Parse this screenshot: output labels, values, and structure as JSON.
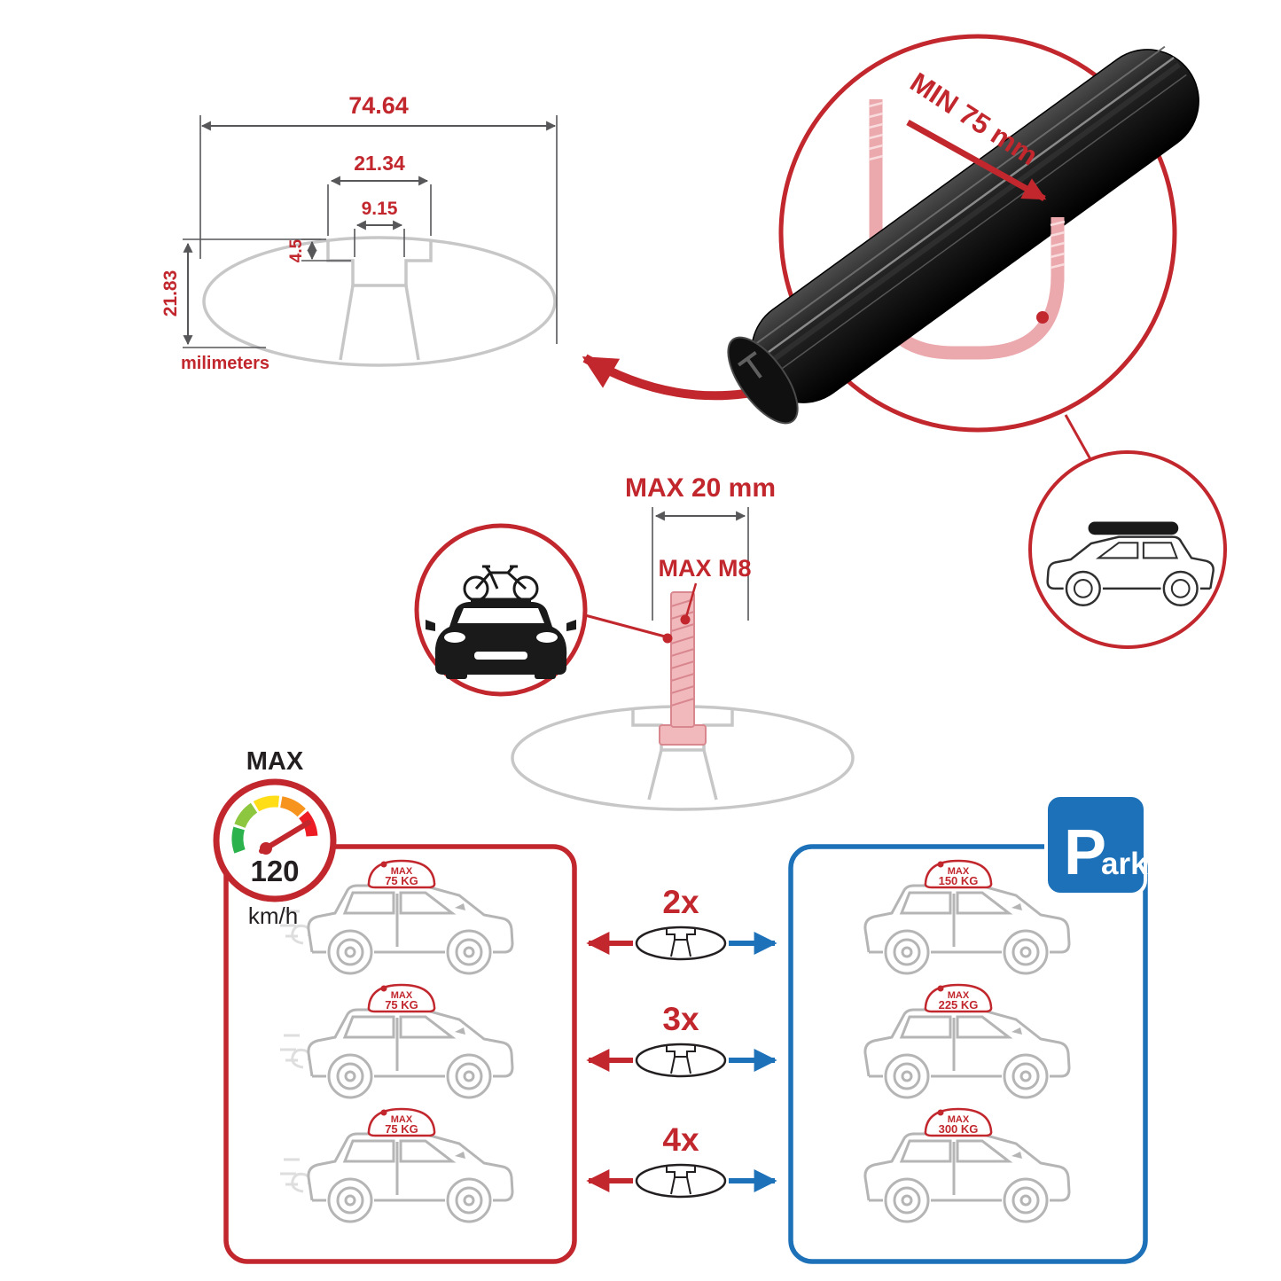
{
  "cross_section": {
    "width_total": "74.64",
    "channel_outer_width": "21.34",
    "channel_inner_width": "9.15",
    "channel_depth": "4.5",
    "height_total": "21.83",
    "units_label": "milimeters"
  },
  "clamp": {
    "min_span_label": "MIN 75 mm"
  },
  "bolt": {
    "max_length_label": "MAX 20 mm",
    "max_thread_label": "MAX M8"
  },
  "speedometer": {
    "label": "MAX",
    "value": "120",
    "unit": "km/h"
  },
  "park_sign": {
    "letter": "P",
    "suffix": "ark"
  },
  "rows": [
    {
      "multiplier": "2x",
      "left": {
        "max": "MAX",
        "value": "75 KG"
      },
      "right": {
        "max": "MAX",
        "value": "150 KG"
      }
    },
    {
      "multiplier": "3x",
      "left": {
        "max": "MAX",
        "value": "75 KG"
      },
      "right": {
        "max": "MAX",
        "value": "225 KG"
      }
    },
    {
      "multiplier": "4x",
      "left": {
        "max": "MAX",
        "value": "75 KG"
      },
      "right": {
        "max": "MAX",
        "value": "300 KG"
      }
    }
  ],
  "colors": {
    "accent_red": "#c1272d",
    "accent_blue": "#1d71b8"
  }
}
